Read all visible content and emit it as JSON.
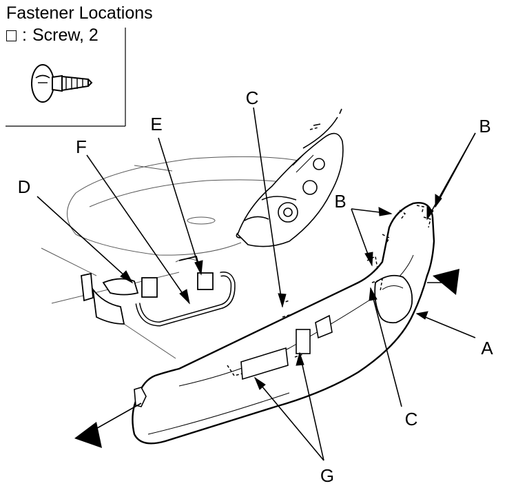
{
  "header": {
    "title": "Fastener Locations",
    "legend_separator": ":",
    "legend_text": "Screw, 2"
  },
  "callouts": {
    "a": "A",
    "b_upper": "B",
    "b_lower": "B",
    "c_upper": "C",
    "c_lower": "C",
    "d": "D",
    "e": "E",
    "f": "F",
    "g": "G"
  },
  "colors": {
    "ink": "#000000",
    "paper": "#ffffff"
  }
}
